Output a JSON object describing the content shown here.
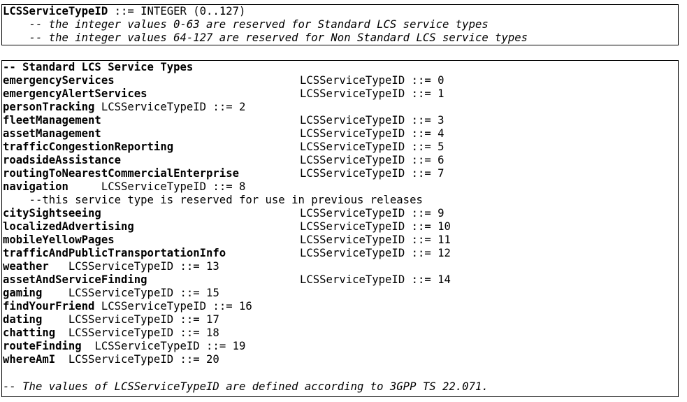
{
  "header": {
    "type_name": "LCSServiceTypeID",
    "type_def": " ::= INTEGER (0..127)",
    "comment1": "    -- the integer values 0-63 are reserved for Standard LCS service types",
    "comment2": "    -- the integer values 64-127 are reserved for Non Standard LCS service types"
  },
  "body": {
    "section_title": "-- Standard LCS Service Types",
    "entries": [
      {
        "name": "emergencyServices",
        "def": "LCSServiceTypeID ::= 0"
      },
      {
        "name": "emergencyAlertServices",
        "def": "LCSServiceTypeID ::= 1"
      },
      {
        "name": "personTracking",
        "def": " LCSServiceTypeID ::= 2"
      },
      {
        "name": "fleetManagement",
        "def": "LCSServiceTypeID ::= 3"
      },
      {
        "name": "assetManagement",
        "def": "LCSServiceTypeID ::= 4"
      },
      {
        "name": "trafficCongestionReporting",
        "def": "LCSServiceTypeID ::= 5"
      },
      {
        "name": "roadsideAssistance",
        "def": "LCSServiceTypeID ::= 6"
      },
      {
        "name": "routingToNearestCommercialEnterprise",
        "def": "LCSServiceTypeID ::= 7"
      },
      {
        "name": "navigation",
        "def": "     LCSServiceTypeID ::= 8"
      },
      {
        "name": "citySightseeing",
        "def": "LCSServiceTypeID ::= 9"
      },
      {
        "name": "localizedAdvertising",
        "def": "LCSServiceTypeID ::= 10"
      },
      {
        "name": "mobileYellowPages",
        "def": "LCSServiceTypeID ::= 11"
      },
      {
        "name": "trafficAndPublicTransportationInfo",
        "def": "LCSServiceTypeID ::= 12"
      },
      {
        "name": "weather",
        "def": "   LCSServiceTypeID ::= 13"
      },
      {
        "name": "assetAndServiceFinding",
        "def": "LCSServiceTypeID ::= 14"
      },
      {
        "name": "gaming",
        "def": "    LCSServiceTypeID ::= 15"
      },
      {
        "name": "findYourFriend",
        "def": " LCSServiceTypeID ::= 16"
      },
      {
        "name": "dating",
        "def": "    LCSServiceTypeID ::= 17"
      },
      {
        "name": "chatting",
        "def": "  LCSServiceTypeID ::= 18"
      },
      {
        "name": "routeFinding",
        "def": "  LCSServiceTypeID ::= 19"
      },
      {
        "name": "whereAmI",
        "def": "  LCSServiceTypeID ::= 20"
      }
    ],
    "reserved_note": "    --this service type is reserved for use in previous releases",
    "footer_comment": "-- The values of LCSServiceTypeID are defined according to 3GPP TS 22.071."
  }
}
